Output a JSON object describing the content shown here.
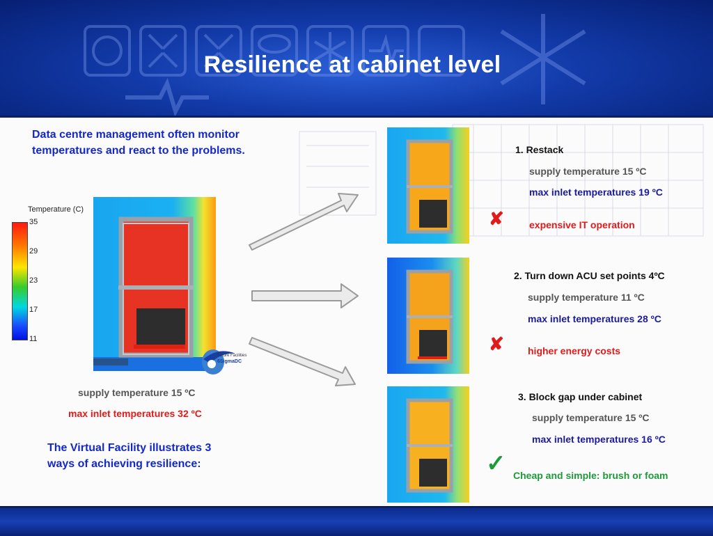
{
  "title": "Resilience at cabinet level",
  "intro": {
    "line1": "Data centre management often monitor",
    "line2": "temperatures and react to the problems."
  },
  "legend": {
    "title": "Temperature (C)",
    "ticks": [
      "35",
      "29",
      "23",
      "17",
      "11"
    ]
  },
  "logo": {
    "line1": "Future Facilities",
    "line2": "6SigmaDC"
  },
  "baseline": {
    "supply": "supply temperature 15 ºC",
    "max_inlet": "max inlet temperatures 32 ºC"
  },
  "conclusion": {
    "line1": "The Virtual Facility illustrates 3",
    "line2": "ways of achieving resilience:"
  },
  "options": [
    {
      "heading": "1. Restack",
      "supply": "supply temperature 15 ºC",
      "max_inlet": "max inlet temperatures 19 ºC",
      "verdict": "expensive IT operation",
      "verdict_mark": "✘"
    },
    {
      "heading": "2. Turn down ACU set points 4ºC",
      "supply": "supply temperature 11 ºC",
      "max_inlet": "max inlet temperatures 28 ºC",
      "verdict": "higher energy costs",
      "verdict_mark": "✘"
    },
    {
      "heading": "3. Block gap under cabinet",
      "supply": "supply temperature 15 ºC",
      "max_inlet": "max inlet temperatures 16 ºC",
      "verdict": "Cheap and simple: brush or foam",
      "verdict_mark": "✓"
    }
  ],
  "colors": {
    "header_blue": "#123aa8",
    "text_blue": "#1428c8",
    "red": "#e01b1b",
    "green": "#1f9a3a"
  }
}
